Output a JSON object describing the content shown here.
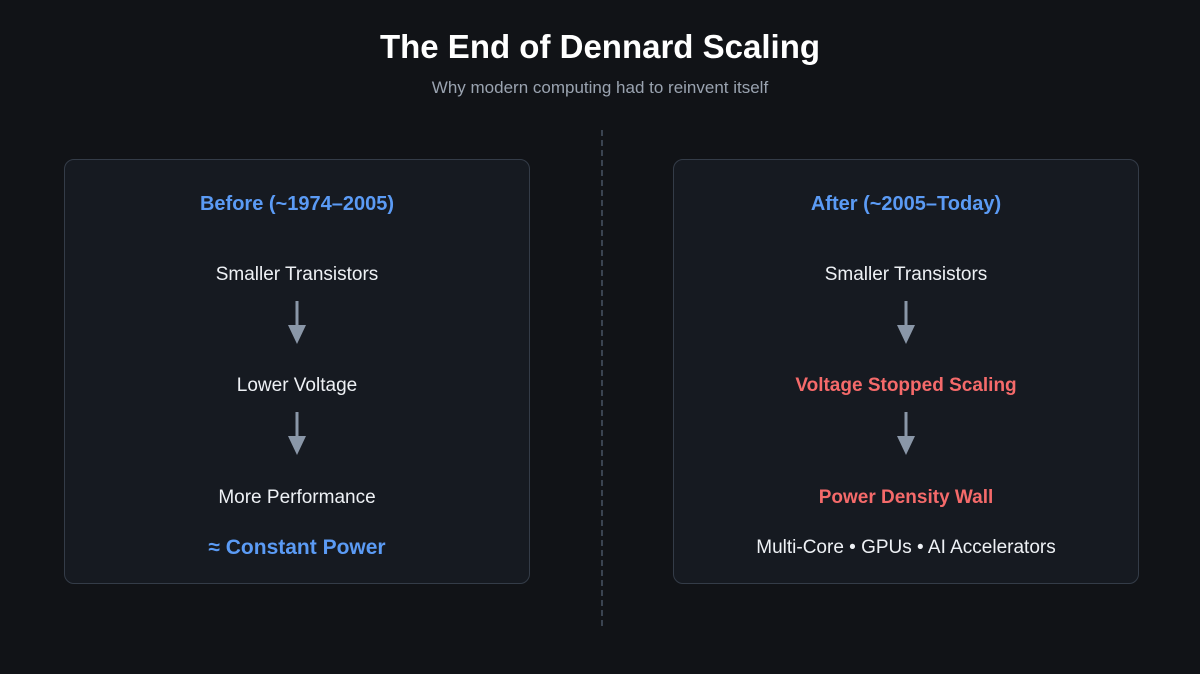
{
  "title": "The End of Dennard Scaling",
  "subtitle": "Why modern computing had to reinvent itself",
  "colors": {
    "background": "#111317",
    "panel": "#161a21",
    "panel_border": "#343c48",
    "accent_blue": "#5b9bf5",
    "alert_red": "#f56a6a",
    "arrow": "#8a97a8",
    "text": "#eef1f5"
  },
  "before": {
    "heading": "Before (~1974–2005)",
    "steps": [
      "Smaller Transistors",
      "Lower Voltage",
      "More Performance"
    ],
    "arrow_icon": "arrow-down",
    "result": "≈ Constant Power"
  },
  "after": {
    "heading": "After (~2005–Today)",
    "steps": [
      "Smaller Transistors",
      "Voltage Stopped Scaling",
      "Power Density Wall"
    ],
    "arrow_icon": "arrow-down",
    "result": "Multi-Core • GPUs • AI Accelerators"
  }
}
